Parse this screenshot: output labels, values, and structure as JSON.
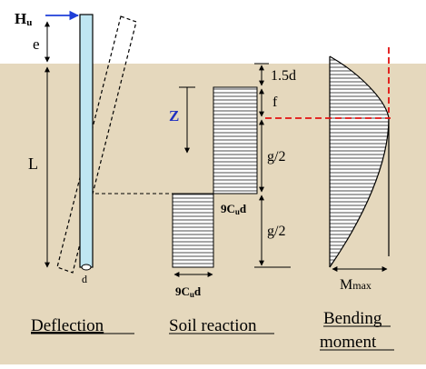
{
  "colors": {
    "soil": "#e9dcc4",
    "soil_dark": "#dccba9",
    "sky": "#ffffff",
    "pile_fill": "#bfe6f2",
    "arrow_blue": "#1f3fd8",
    "z_blue": "#2030c0",
    "red_dash": "#e11010",
    "ink": "#000000"
  },
  "labels": {
    "load": "H",
    "load_sub": "u",
    "e": "e",
    "L": "L",
    "d_bottom": "d",
    "z": "Z",
    "dim_15d": "1.5d",
    "dim_f": "f",
    "dim_g2_top": "g/2",
    "dim_g2_bot": "g/2",
    "cu_right_pre": "9C",
    "cu_right_sub": "u",
    "cu_right_post": "d",
    "cu_bottom_pre": "9C",
    "cu_bottom_sub": "u",
    "cu_bottom_post": "d",
    "mmax_M": "M",
    "mmax_sub": "max"
  },
  "captions": {
    "deflection": "Deflection",
    "soil_reaction": "Soil reaction",
    "bending_line1": "Bending",
    "bending_line2": "moment"
  }
}
